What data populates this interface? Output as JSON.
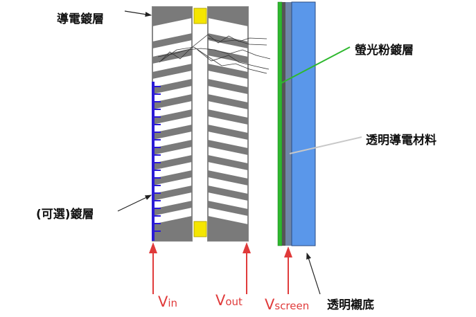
{
  "labels": {
    "conductive_coating": "導電鍍層",
    "phosphor_coating": "螢光粉鍍層",
    "transparent_conductor": "透明導電材料",
    "optional_coating": "(可選)鍍層",
    "transparent_substrate": "透明襯底"
  },
  "voltages": {
    "vin_main": "V",
    "vin_sub": "in",
    "vout_main": "V",
    "vout_sub": "out",
    "vscreen_main": "V",
    "vscreen_sub": "screen"
  },
  "colors": {
    "plate": "#7a7a7a",
    "spacer": "#f5e600",
    "phosphor": "#2eb82e",
    "conductor": "#6f86a8",
    "substrate": "#5a97ea",
    "optional": "#2a1ad6",
    "voltage": "#e03a3a"
  }
}
